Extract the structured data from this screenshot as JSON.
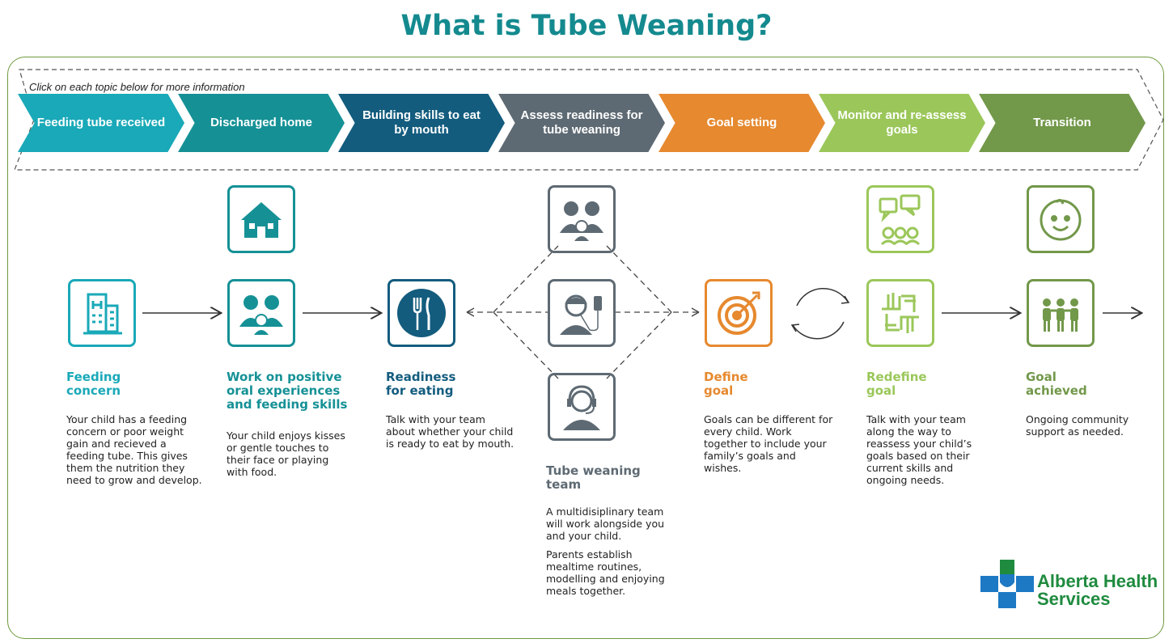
{
  "title": "What is Tube Weaning?",
  "hint": "Click on each topic below for more information",
  "steps": [
    {
      "label": "Feeding tube received",
      "color": "#1aa9b8"
    },
    {
      "label": "Discharged home",
      "color": "#159196"
    },
    {
      "label": "Building skills to eat by mouth",
      "color": "#135c7e"
    },
    {
      "label": "Assess readiness for tube weaning",
      "color": "#5e6a73"
    },
    {
      "label": "Goal setting",
      "color": "#e6892f"
    },
    {
      "label": "Monitor and re-assess goals",
      "color": "#9bc75a"
    },
    {
      "label": "Transition",
      "color": "#72984a"
    }
  ],
  "stages": [
    {
      "heading": "Feeding concern",
      "text": "Your child has a feeding concern or poor weight gain and recieved a feeding tube. This gives them the nutrition they need to grow and develop."
    },
    {
      "heading": "Work on positive oral experiences and feeding skills",
      "text": "Your child enjoys kisses or gentle touches to their face or playing with food."
    },
    {
      "heading": "Readiness for eating",
      "text": "Talk with your team about whether your child is ready to eat by mouth."
    },
    {
      "heading": "Tube weaning team",
      "text": "A multidisiplinary team will work alongside you and your child.",
      "text2": "Parents establish mealtime routines, modelling and enjoying meals together."
    },
    {
      "heading": "Define goal",
      "text": "Goals can be different for every child. Work together to include your family’s goals and wishes."
    },
    {
      "heading": "Redefine goal",
      "text": "Talk with your team along the way to reassess your child’s goals based on their current skills and ongoing needs."
    },
    {
      "heading": "Goal achieved",
      "text": "Ongoing community support as needed."
    }
  ],
  "icons": [
    "hospital-icon",
    "house-icon",
    "family-icon",
    "fork-knife-icon",
    "family-icon",
    "patient-with-tube-icon",
    "headset-nurse-icon",
    "target-icon",
    "cycle-icon",
    "speech-bubbles-group-icon",
    "hands-together-icon",
    "baby-face-icon",
    "people-group-icon"
  ],
  "logo": {
    "line1": "Alberta Health",
    "line2": "Services"
  }
}
